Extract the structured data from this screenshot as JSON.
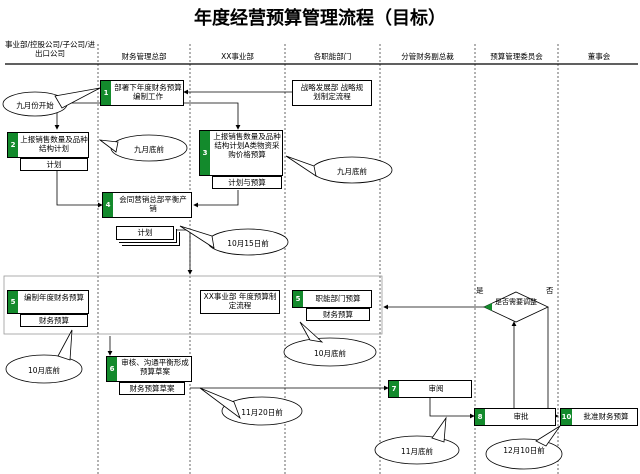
{
  "title": "年度经营预算管理流程（目标）",
  "lanes": [
    "事业部/控股公司/子公司/进出口公司",
    "财务管理总部",
    "XX事业部",
    "各职能部门",
    "分管财务副总裁",
    "预算管理委员会",
    "董事会"
  ],
  "steps": {
    "s1": {
      "num": "1",
      "label": "部署下年度财务预算编制工作"
    },
    "s2": {
      "num": "2",
      "label": "上报销售数量及品种结构计划",
      "sub": "计划"
    },
    "s3": {
      "num": "3",
      "label": "上报销售数量及品种结构计划A类物资采购价格预算",
      "sub": "计划与预算"
    },
    "s4": {
      "num": "4",
      "label": "会同营销总部平衡产销",
      "sub": "计划"
    },
    "s5a": {
      "num": "5",
      "label": "编制年度财务预算",
      "sub": "财务预算"
    },
    "s5b": {
      "num": "5",
      "label": "职能部门预算",
      "sub": "财务预算"
    },
    "s6": {
      "num": "6",
      "label": "审核、沟通平衡形成预算草案",
      "sub": "财务预算草案"
    },
    "s7": {
      "num": "7",
      "label": "审阅"
    },
    "s8": {
      "num": "8",
      "label": "审批"
    },
    "s10": {
      "num": "10",
      "label": "批准财务预算"
    }
  },
  "aux": {
    "strategy": "战略发展部 战略规划制定流程",
    "xx_budget": "XX事业部 年度预算制定流程"
  },
  "decision": {
    "label": "是否需要调整",
    "yes": "是",
    "no": "否"
  },
  "notes": {
    "n1": "九月份开始",
    "n2": "九月底前",
    "n3": "九月底前",
    "n4": "10月15日前",
    "n5": "10月底前",
    "n6": "10月底前",
    "n7": "11月20日前",
    "n8": "11月底前",
    "n9": "12月10日前"
  },
  "colors": {
    "step_number_bg": "#138a2c",
    "line": "#000000",
    "frame": "#888888"
  }
}
